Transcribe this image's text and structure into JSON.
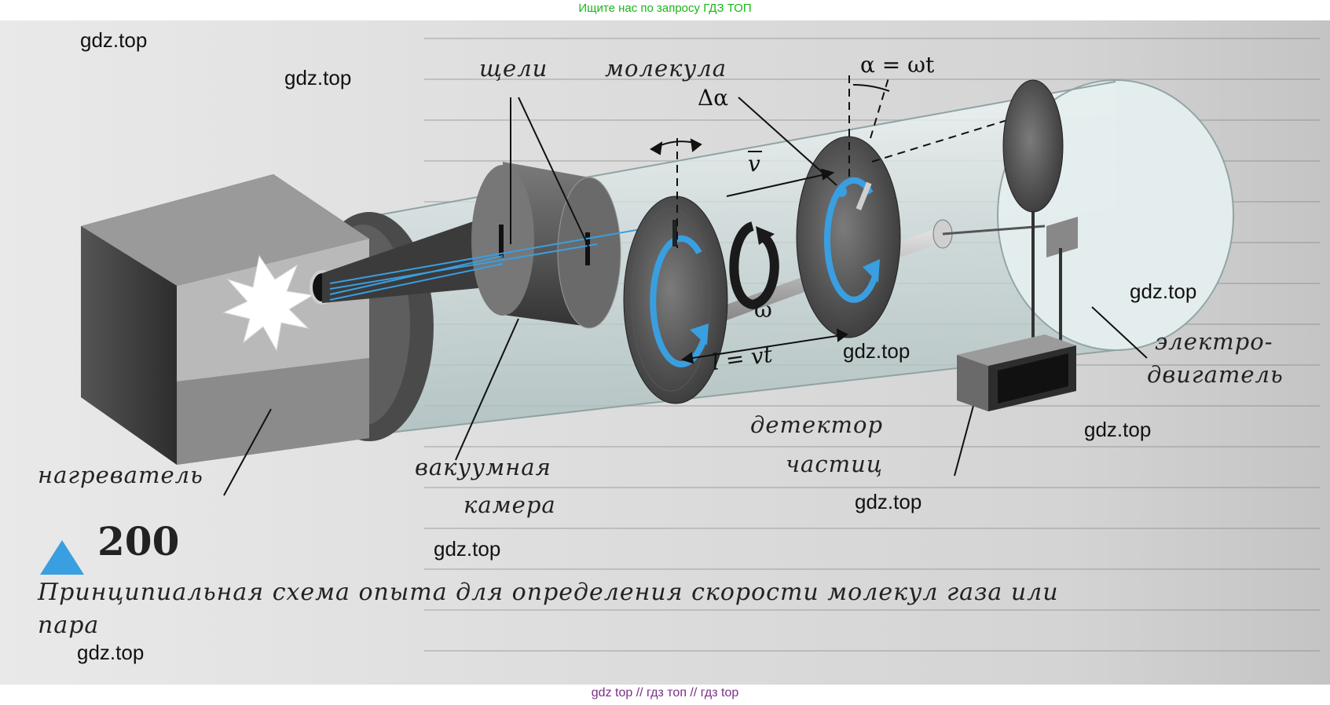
{
  "header": {
    "search_hint": "Ищите нас по запросу ГДЗ ТОП"
  },
  "footer": {
    "links": "gdz top  //  гдз топ  //  гдз top"
  },
  "watermarks": [
    "gdz.top",
    "gdz.top",
    "gdz.top",
    "gdz.top",
    "gdz.top",
    "gdz.top",
    "gdz.top",
    "gdz.top"
  ],
  "figure": {
    "number": "200",
    "caption": "Принципиальная схема опыта для определения скорости молекул газа или пара",
    "marker_color": "#3a9fe0"
  },
  "labels": {
    "slits": "щели",
    "molecule": "молекула",
    "angle_formula": "α = ωt",
    "delta_alpha": "Δα",
    "velocity": "v",
    "omega": "ω",
    "distance": "l = vt",
    "motor_line1": "электро-",
    "motor_line2": "двигатель",
    "detector_line1": "детектор",
    "detector_line2": "частиц",
    "heater": "нагреватель",
    "chamber_line1": "вакуумная",
    "chamber_line2": "камера"
  },
  "colors": {
    "beam": "#3a9fe0",
    "rotation_arrows": "#3a9fe0",
    "metal_dark": "#4a4a4a"
  }
}
